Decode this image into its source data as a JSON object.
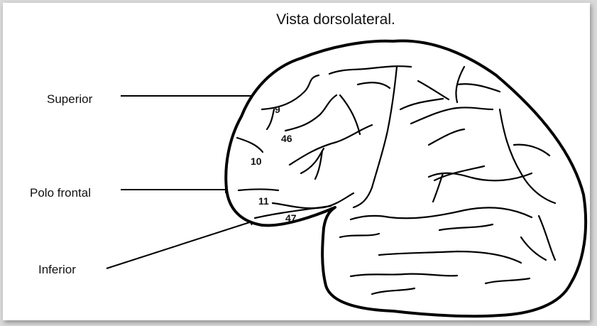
{
  "title": "Vista dorsolateral.",
  "labels": {
    "superior": "Superior",
    "polo_frontal": "Polo frontal",
    "inferior": "Inferior"
  },
  "areas": [
    "9",
    "46",
    "10",
    "11",
    "47"
  ],
  "colors": {
    "line": "#000000",
    "background": "#ffffff",
    "frame": "#d9d9d9"
  }
}
